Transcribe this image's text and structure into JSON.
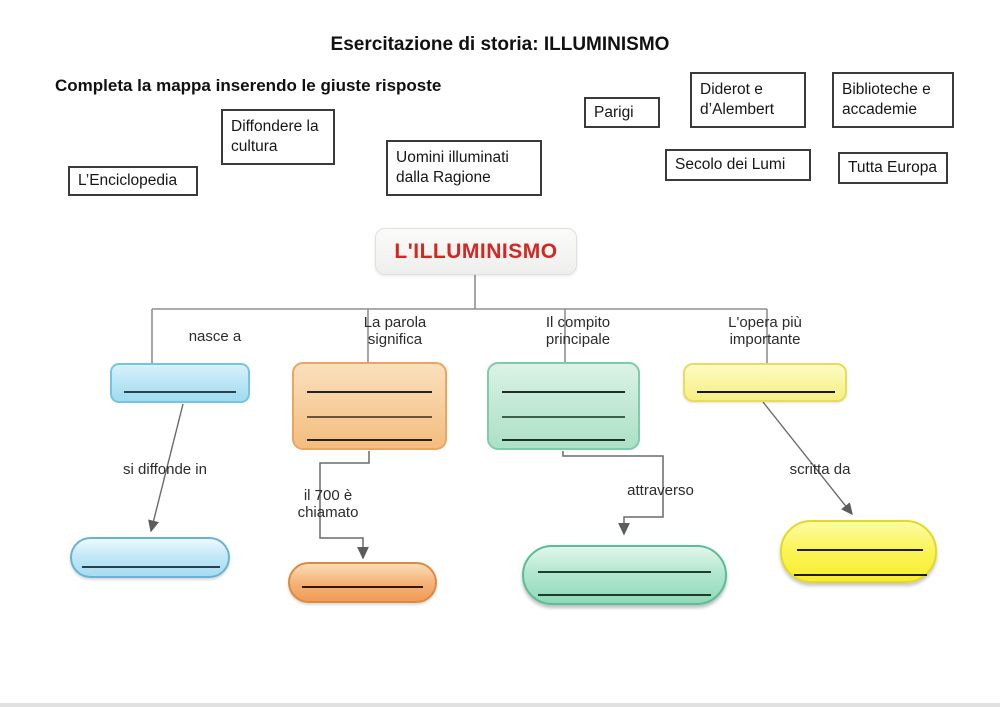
{
  "page": {
    "title": "Esercitazione di storia: ILLUMINISMO",
    "instruction": "Completa la mappa inserendo le giuste risposte"
  },
  "word_bank": {
    "items": [
      {
        "id": "enciclopedia",
        "label": "L’Enciclopedia"
      },
      {
        "id": "diffondere",
        "label": "Diffondere la cultura"
      },
      {
        "id": "uomini",
        "label": "Uomini illuminati dalla Ragione"
      },
      {
        "id": "parigi",
        "label": "Parigi"
      },
      {
        "id": "diderot",
        "label": "Diderot e d’Alembert"
      },
      {
        "id": "biblioteche",
        "label": "Biblioteche e accademie"
      },
      {
        "id": "secolo",
        "label": "Secolo dei Lumi"
      },
      {
        "id": "tutta_europa",
        "label": "Tutta Europa"
      }
    ]
  },
  "map": {
    "root_label": "L'ILLUMINISMO",
    "branches": {
      "nasce_a": "nasce a",
      "parola": "La parola significa",
      "compito": "Il compito principale",
      "opera": "L'opera più importante"
    },
    "sub_branches": {
      "diffonde": "si diffonde in",
      "settecento": "il 700 è chiamato",
      "attraverso": "attraverso",
      "scritta_da": "scritta da"
    }
  },
  "colors": {
    "root_text": "#d5261f",
    "cyan_fill": "#b7e4f4",
    "cyan_border": "#76c5e0",
    "orange_fill": "#f6cb97",
    "orange_border": "#eba55f",
    "green_fill": "#bde7d1",
    "green_border": "#80cbaa",
    "yellow_fill": "#f9f49a",
    "yellow_border": "#e6dd60",
    "pill_blue": "#c3e8f7",
    "pill_orange": "#f5b478",
    "pill_green": "#8fdab8",
    "pill_yellow": "#fbf55a",
    "connector_gray": "#8f8f8f"
  }
}
